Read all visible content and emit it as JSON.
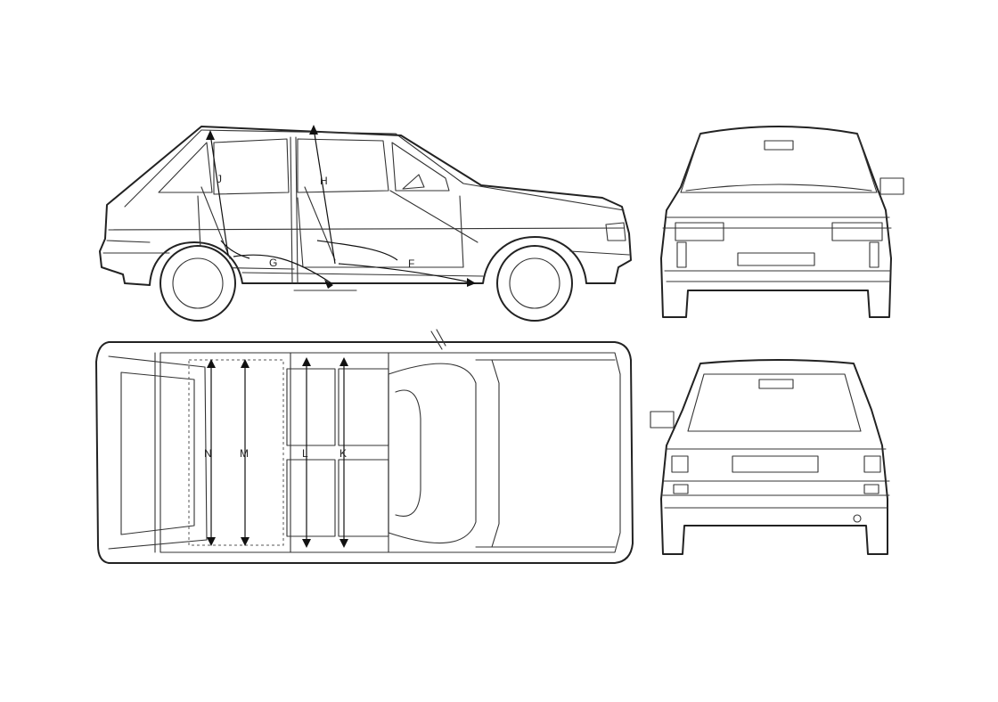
{
  "labels": {
    "side": {
      "J": "J",
      "H": "H",
      "G": "G",
      "F": "F"
    },
    "top": {
      "N": "N",
      "M": "M",
      "L": "L",
      "K": "K"
    }
  }
}
